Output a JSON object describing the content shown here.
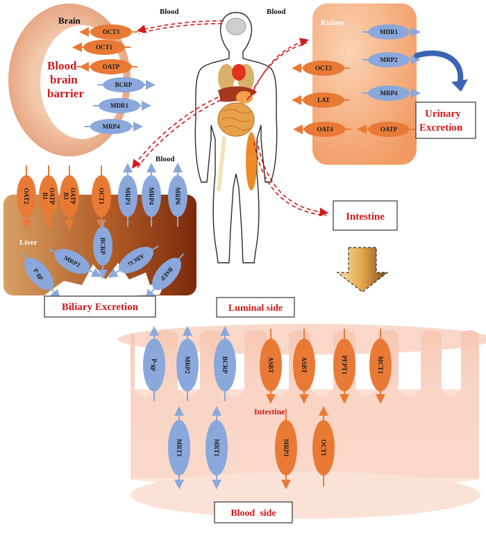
{
  "colors": {
    "orange": "#e97a35",
    "blue": "#8aa8db",
    "red": "#d0191b",
    "kidney": "#f3a979",
    "liver_light": "#d69a5a",
    "liver_dark": "#8b3a14"
  },
  "brain": {
    "title": "Brain",
    "bbb_line1": "Blood-",
    "bbb_line2": "brain",
    "bbb_line3": "barrier",
    "transporters": [
      {
        "label": "OCT3",
        "color": "orange"
      },
      {
        "label": "OCT1",
        "color": "orange"
      },
      {
        "label": "OATP",
        "color": "orange"
      },
      {
        "label": "BCRP",
        "color": "blue"
      },
      {
        "label": "MDR1",
        "color": "blue"
      },
      {
        "label": "MRP4",
        "color": "blue"
      }
    ]
  },
  "blood_labels": {
    "left": "Blood",
    "right": "Blood",
    "liver": "Blood"
  },
  "kidney": {
    "title": "Kidney",
    "urinary_line1": "Urinary",
    "urinary_line2": "Excretion",
    "transporters": [
      {
        "label": "MDR1",
        "color": "blue"
      },
      {
        "label": "MRP2",
        "color": "blue"
      },
      {
        "label": "OCT2",
        "color": "orange"
      },
      {
        "label": "LAT",
        "color": "orange"
      },
      {
        "label": "MRP4",
        "color": "blue"
      },
      {
        "label": "OAT4",
        "color": "orange"
      },
      {
        "label": "OATP",
        "color": "orange"
      }
    ]
  },
  "liver": {
    "title": "Liver",
    "uptake": [
      {
        "label": "OAT2",
        "color": "orange"
      },
      {
        "label": "OATP B1",
        "color": "orange"
      },
      {
        "label": "OATP B3",
        "color": "orange"
      },
      {
        "label": "OCT1",
        "color": "orange"
      },
      {
        "label": "MRP3",
        "color": "blue"
      },
      {
        "label": "MRP4",
        "color": "blue"
      },
      {
        "label": "MRP6",
        "color": "blue"
      }
    ],
    "efflux": [
      {
        "label": "P-gp"
      },
      {
        "label": "MRP2"
      },
      {
        "label": "BCRP"
      },
      {
        "label": "ABCG"
      },
      {
        "label": "BSEP"
      }
    ],
    "biliary_label": "Biliary Excretion"
  },
  "intestine_box": "Intestine",
  "luminal_side": "Luminal side",
  "blood_side": "Blood  side",
  "intestine": {
    "title": "Intestine",
    "apical": [
      {
        "label": "P-gp",
        "color": "blue"
      },
      {
        "label": "MRP2",
        "color": "blue"
      },
      {
        "label": "BCRP",
        "color": "blue"
      },
      {
        "label": "ASBT",
        "color": "orange"
      },
      {
        "label": "ASBT",
        "color": "orange"
      },
      {
        "label": "PEPT1",
        "color": "orange"
      },
      {
        "label": "MCT1",
        "color": "orange"
      }
    ],
    "basolateral": [
      {
        "label": "MRT3",
        "color": "blue"
      },
      {
        "label": "MRT1",
        "color": "blue"
      },
      {
        "label": "MRP3",
        "color": "orange"
      },
      {
        "label": "OCT1",
        "color": "orange"
      }
    ]
  }
}
